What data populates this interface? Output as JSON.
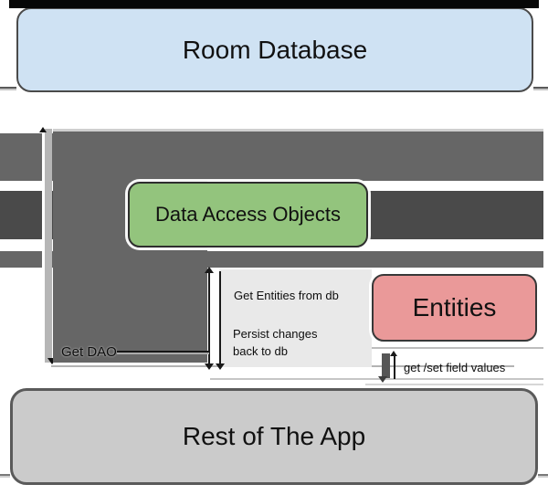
{
  "diagram": {
    "title": "Room database architecture diagram",
    "nodes": {
      "room": {
        "label": "Room Database",
        "fill": "#cfe2f3"
      },
      "dao": {
        "label": "Data Access Objects",
        "fill": "#93c47d"
      },
      "entities": {
        "label": "Entities",
        "fill": "#ea9999"
      },
      "app": {
        "label": "Rest of The App",
        "fill": "#cbcbcb"
      }
    },
    "edges": {
      "get_dao": "Get DAO",
      "get_entities": "Get Entities from db",
      "persist_changes": "Persist changes\nback to db",
      "get_set": "get /set field values"
    },
    "colors": {
      "arrow_block": "#666666",
      "arrow_band_dark": "#4a4a4a",
      "arrow_bar_light": "#b6b6b6",
      "panel": "#e9e9e9",
      "top_strip": "#060606",
      "line": "#1a1a1a"
    }
  }
}
